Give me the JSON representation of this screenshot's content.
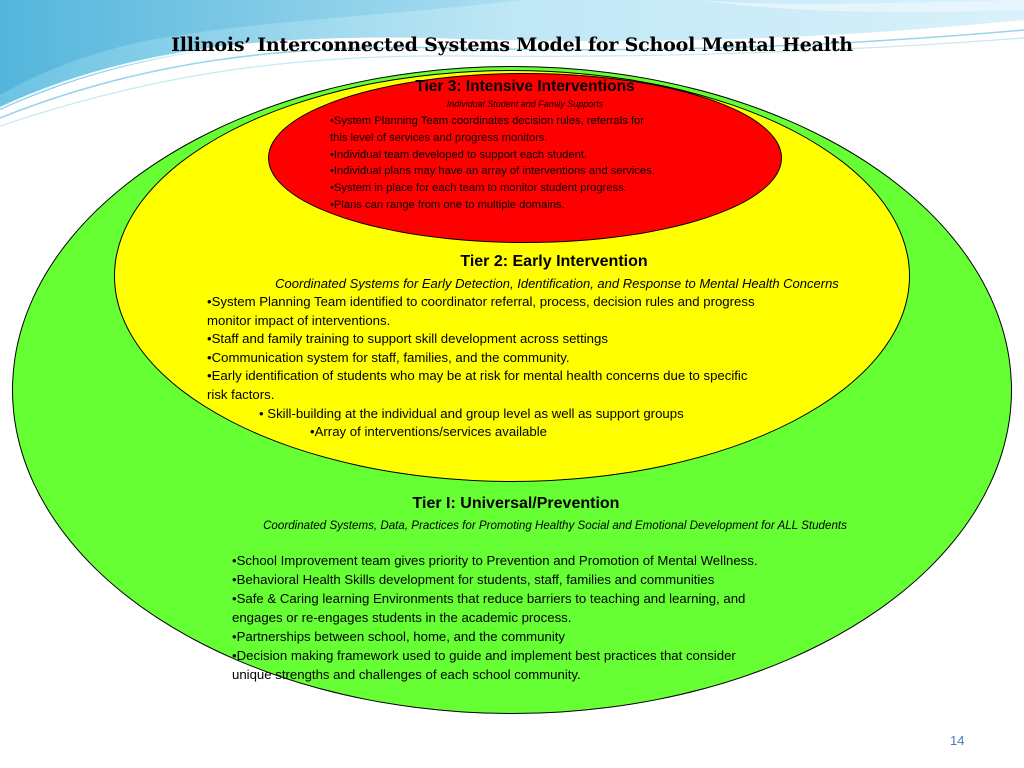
{
  "title": "Illinois’ Interconnected Systems Model for School Mental Health",
  "colors": {
    "tier1": "#66ff33",
    "tier2": "#ffff00",
    "tier3": "#ff0000",
    "wave_light": "#cdeef8",
    "wave_mid": "#8fd4ea",
    "wave_dark": "#3fa9d4"
  },
  "tier3": {
    "heading": "Tier 3: Intensive Interventions",
    "subtitle": "Individual Student and Family Supports",
    "bullets": [
      "•System Planning Team coordinates decision rules, referrals for",
      "this level of services and progress monitors.",
      "•Individual team developed to support each student.",
      "•Individual plans may have an array of interventions and services.",
      "•System in place for each team to monitor  student progress.",
      "•Plans can range from one to multiple domains."
    ]
  },
  "tier2": {
    "heading": "Tier 2: Early Intervention",
    "subtitle": "Coordinated Systems for Early Detection, Identification, and Response to Mental Health Concerns",
    "bullets": [
      "•System Planning Team identified to coordinator referral, process, decision rules and progress",
      "monitor impact of interventions.",
      "•Staff and family training to support skill development across settings",
      "•Communication system for staff, families, and the community.",
      "•Early identification of students who may be at risk for mental health concerns due to specific",
      "risk factors.",
      "•  Skill-building at the individual and group level as well as support groups",
      "•Array of interventions/services available"
    ]
  },
  "tier1": {
    "heading": "Tier I: Universal/Prevention",
    "subtitle": "Coordinated Systems, Data, Practices for Promoting Healthy Social and Emotional Development for ALL Students",
    "bullets": [
      "•School Improvement team gives priority to Prevention and Promotion of Mental Wellness.",
      "•Behavioral Health Skills development for students, staff, families and communities",
      "•Safe & Caring learning Environments that reduce barriers to teaching and learning, and",
      "engages or re-engages students in the academic process.",
      "•Partnerships between school, home, and the community",
      "•Decision making framework used to guide and implement best practices that consider",
      "unique strengths and challenges of each school community."
    ]
  },
  "page_number": "14"
}
